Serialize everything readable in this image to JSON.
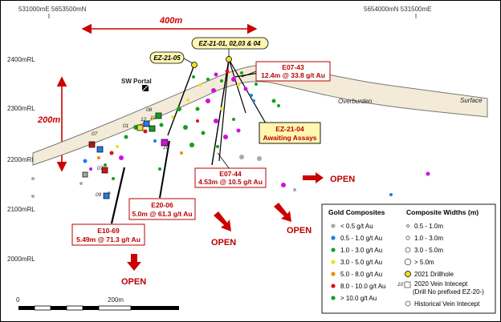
{
  "coords": {
    "top_left": "531000mE  5653500mN",
    "top_right": "5654000mN  531500mE"
  },
  "elevations": [
    "2400mRL",
    "2300mRL",
    "2200mRL",
    "2100mRL",
    "2000mRL"
  ],
  "scale_top": "400m",
  "scale_left": "200m",
  "scale_bar": {
    "start": "0",
    "end": "200m"
  },
  "surface_labels": {
    "overburden": "Overburden",
    "surface": "Surface"
  },
  "portal": "SW Portal",
  "drillhole_tags": {
    "ez21_05": "EZ-21-05",
    "ez21_group": "EZ-21-01, 02,03 & 04"
  },
  "intercepts": {
    "e07_43": {
      "title": "E07-43",
      "value": "12.4m @ 33.8 g/t Au"
    },
    "e07_44": {
      "title": "E07-44",
      "value": "4.53m @ 10.5 g/t Au"
    },
    "e20_06": {
      "title": "E20-06",
      "value": "5.0m @ 61.3 g/t Au"
    },
    "e10_69": {
      "title": "E10-69",
      "value": "5.49m @ 71.3 g/t Au"
    }
  },
  "pending": {
    "title": "EZ-21-04",
    "subtitle": "Awaiting Assays"
  },
  "open_label": "OPEN",
  "small_labels": [
    "07",
    "09",
    "07",
    "09",
    "01",
    "12",
    "08",
    "10",
    "10"
  ],
  "legend": {
    "gold_title": "Gold Composites",
    "width_title": "Composite Widths (m)",
    "gold_items": [
      {
        "label": "< 0.5 g/t Au",
        "color": "#a8a8a8"
      },
      {
        "label": "0.5 - 1.0 g/t Au",
        "color": "#1f7fe0"
      },
      {
        "label": "1.0 - 3.0 g/t Au",
        "color": "#16a020"
      },
      {
        "label": "3.0 - 5.0 g/t Au",
        "color": "#f0e020"
      },
      {
        "label": "5.0 - 8.0 g/t Au",
        "color": "#f08a10"
      },
      {
        "label": "8.0 - 10.0 g/t Au",
        "color": "#e01010"
      },
      {
        "label": "> 10.0 g/t Au",
        "color": "#d010e0"
      }
    ],
    "width_items": [
      "0.5 - 1.0m",
      "1.0 - 3.0m",
      "3.0 - 5.0m",
      "> 5.0m"
    ],
    "drillhole_2021": "2021 Drillhole",
    "vein_2020": "2020 Vein Intecept",
    "vein_2020_note": "(Drill No prefixed EZ-20-)",
    "vein_2020_num": "10",
    "historical": "Historical Vein Intecept"
  }
}
